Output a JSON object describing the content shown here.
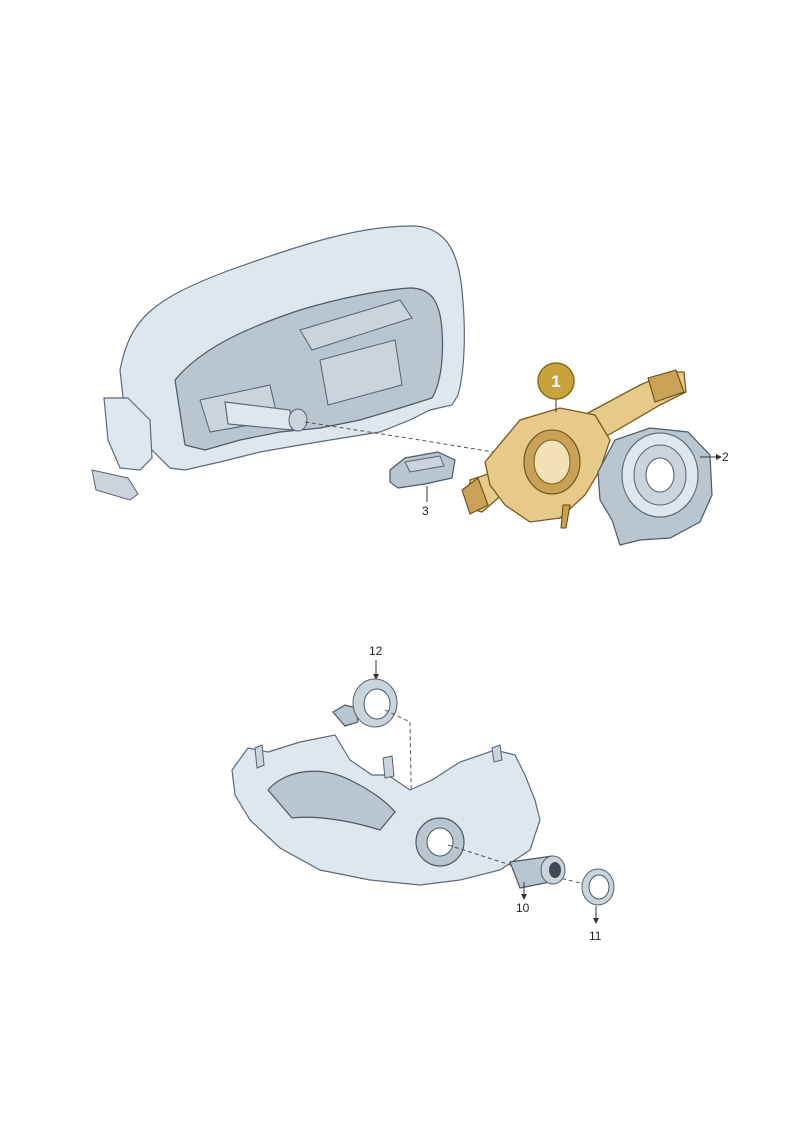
{
  "callouts": {
    "main_part": "1",
    "clock_spring": "2",
    "bracket": "3",
    "lock_cylinder": "10",
    "trim_ring": "11",
    "ring_antenna": "12"
  },
  "colors": {
    "highlight_badge": "#c8a23c",
    "highlight_part": "#e7c98a",
    "part_body": "#dfe7ee",
    "outline": "#5b6a78"
  }
}
